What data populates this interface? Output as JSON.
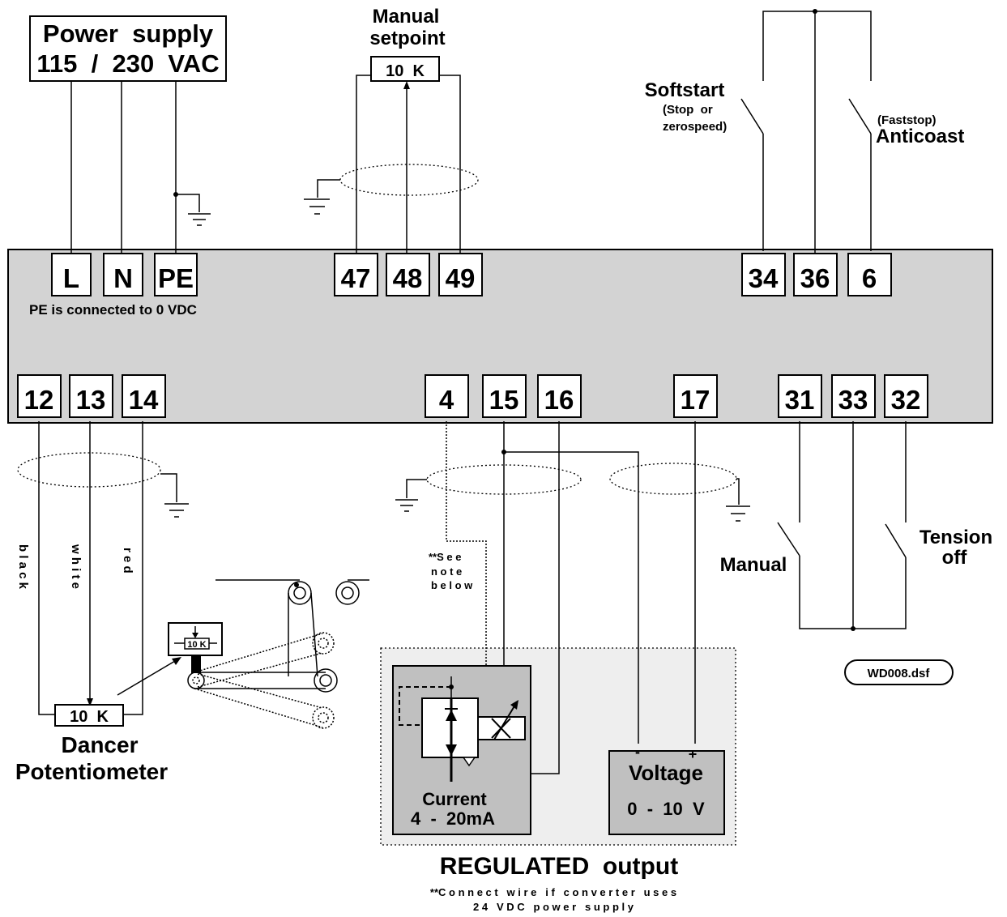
{
  "power_supply": {
    "line1": "Power  supply",
    "line2": "115  /  230  VAC"
  },
  "manual_setpoint": {
    "line1": "Manual",
    "line2": "setpoint",
    "pot_label": "10  K"
  },
  "softstart": {
    "title": "Softstart",
    "sub1": "(Stop  or",
    "sub2": "zerospeed)"
  },
  "anticoast": {
    "sub": "(Faststop)",
    "title": "Anticoast"
  },
  "terminals_top": {
    "L": "L",
    "N": "N",
    "PE": "PE",
    "t47": "47",
    "t48": "48",
    "t49": "49",
    "t34": "34",
    "t36": "36",
    "t6": "6"
  },
  "pe_note": "PE is connected to 0 VDC",
  "terminals_bottom": {
    "t12": "12",
    "t13": "13",
    "t14": "14",
    "t4": "4",
    "t15": "15",
    "t16": "16",
    "t17": "17",
    "t31": "31",
    "t33": "33",
    "t32": "32"
  },
  "wire_colors": {
    "black": "b l a c k",
    "white": "w h i t e",
    "red": "r e d"
  },
  "see_note": {
    "line1": "**S e e",
    "line2": "n o t e",
    "line3": "b e l o w"
  },
  "manual_switch": "Manual",
  "tension_off": {
    "line1": "Tension",
    "line2": "off"
  },
  "file_tag": "WD008.dsf",
  "dancer": {
    "pot_label": "10  K",
    "line1": "Dancer",
    "line2": "Potentiometer",
    "sensor_label": "10 K"
  },
  "current_box": {
    "line1": "Current",
    "line2": "4  -  20mA"
  },
  "voltage_box": {
    "minus": "-",
    "plus": "+",
    "line1": "Voltage",
    "line2": "0  -  10  V"
  },
  "regulated_output": "REGULATED  output",
  "footnote": {
    "line1": "**C o n n e c t   w i r e   i f   c o n v e r t e r   u s e s",
    "line2": "2 4   V D C   p o w e r   s u p p l y"
  },
  "colors": {
    "panel": "#d3d3d3",
    "output_box": "#c0c0c0",
    "output_area": "#eeeeee"
  }
}
